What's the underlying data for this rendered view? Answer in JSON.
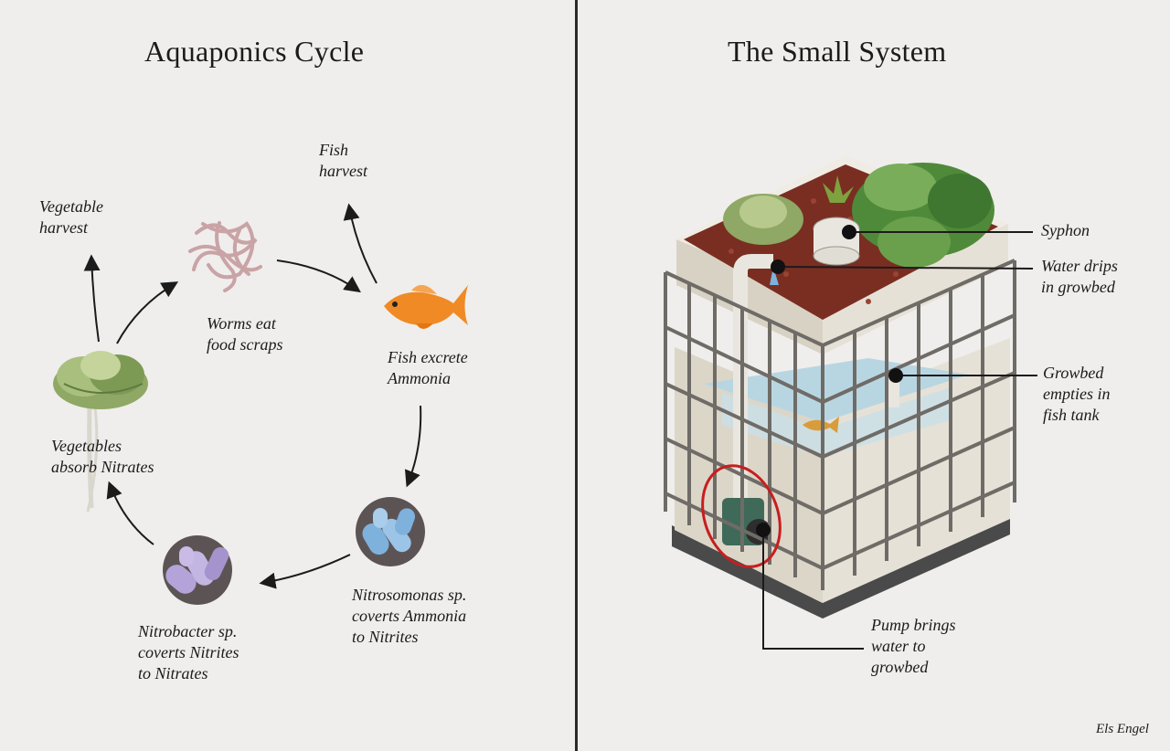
{
  "left_panel": {
    "title": "Aquaponics Cycle",
    "labels": {
      "fish_harvest": "Fish\nharvest",
      "vegetable_harvest": "Vegetable\nharvest",
      "worms": "Worms eat\nfood scraps",
      "fish_excrete": "Fish excrete\nAmmonia",
      "vegetables_absorb": "Vegetables\nabsorb Nitrates",
      "nitrosomonas": "Nitrosomonas sp.\ncoverts Ammonia\nto Nitrites",
      "nitrobacter": "Nitrobacter sp.\ncoverts Nitrites\nto Nitrates"
    }
  },
  "right_panel": {
    "title": "The Small System",
    "labels": {
      "syphon": "Syphon",
      "water_drips": "Water drips\nin growbed",
      "growbed_empties": "Growbed\nempties in\nfish tank",
      "pump": "Pump brings\nwater to\ngrowbed"
    }
  },
  "credit": "Els Engel",
  "colors": {
    "background": "#efeeec",
    "lettuce": "#8fa865",
    "fish": "#f08a24",
    "worm": "#c9a3a6",
    "nitrosomonas": "#7fb1dd",
    "nitrobacter": "#b3a3d8",
    "gravel": "#7a2e22",
    "tank": "#e6e1d6",
    "water": "#b8d6e2",
    "pump_highlight": "#c81e1e"
  }
}
